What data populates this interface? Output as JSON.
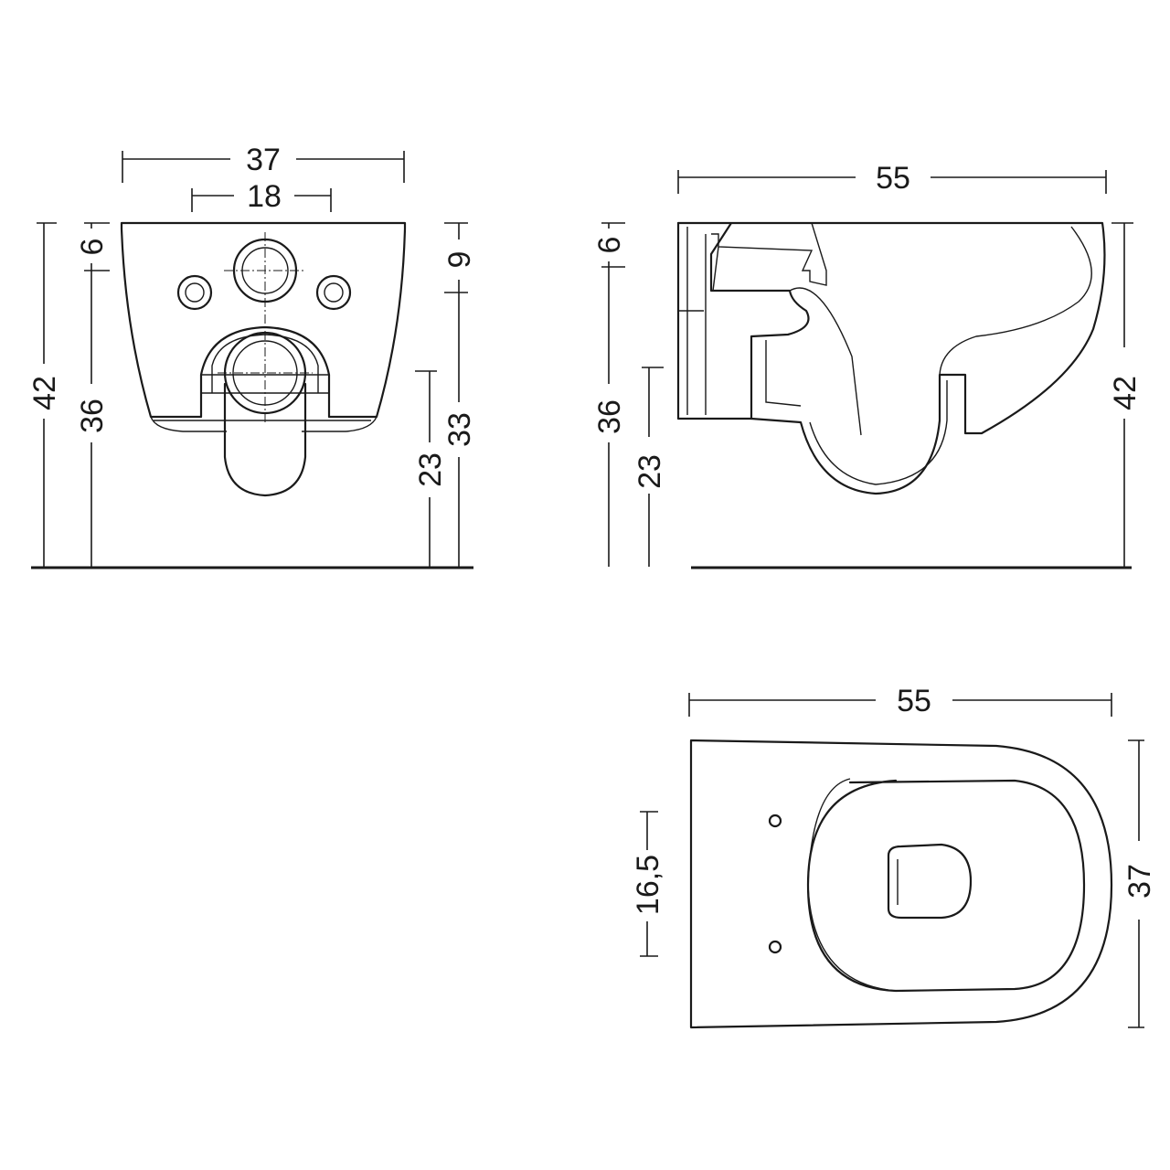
{
  "front_view": {
    "width_overall": "37",
    "width_fixing": "18",
    "height_top_offset": "6",
    "height_total": "42",
    "height_mid": "36",
    "height_outlet_offset": "9",
    "height_outlet": "33",
    "height_low": "23"
  },
  "side_view": {
    "depth_overall": "55",
    "height_top_offset": "6",
    "height_mid": "36",
    "height_low": "23",
    "height_total": "42"
  },
  "top_view": {
    "depth_overall": "55",
    "fixing_spacing": "16,5",
    "width_overall": "37"
  }
}
